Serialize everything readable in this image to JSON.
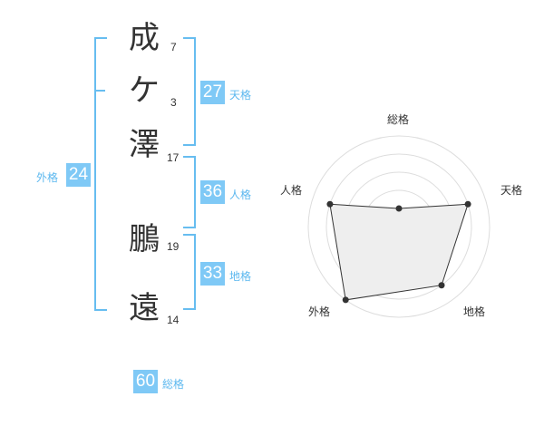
{
  "name": {
    "characters": [
      {
        "char": "成",
        "strokes": "7"
      },
      {
        "char": "ケ",
        "strokes": "3"
      },
      {
        "char": "澤",
        "strokes": "17"
      },
      {
        "char": "鵬",
        "strokes": "19"
      },
      {
        "char": "遠",
        "strokes": "14"
      }
    ]
  },
  "grids": {
    "tenkaku": {
      "label": "天格",
      "value": "27"
    },
    "jinkaku": {
      "label": "人格",
      "value": "36"
    },
    "chikaku": {
      "label": "地格",
      "value": "33"
    },
    "gaikaku": {
      "label": "外格",
      "value": "24"
    },
    "soukaku": {
      "label": "総格",
      "value": "60"
    }
  },
  "radar": {
    "axes": [
      "総格",
      "天格",
      "地格",
      "外格",
      "人格"
    ],
    "values": [
      1,
      4,
      4,
      5,
      4
    ],
    "max": 5,
    "colors": {
      "ring": "#dddddd",
      "center": "#cccccc",
      "fill": "#eeeeee",
      "line": "#333333"
    }
  }
}
